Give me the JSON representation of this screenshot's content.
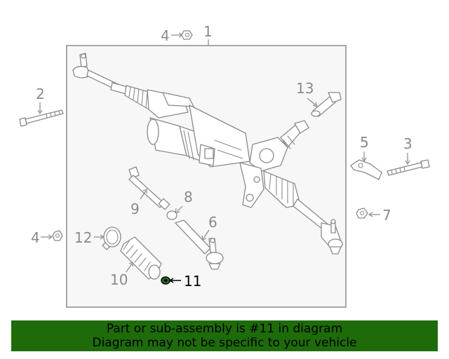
{
  "callouts": {
    "c1": "1",
    "c2": "2",
    "c3": "3",
    "c4a": "4",
    "c4b": "4",
    "c5": "5",
    "c6": "6",
    "c7": "7",
    "c8": "8",
    "c9": "9",
    "c10": "10",
    "c11": "11",
    "c12": "12",
    "c13": "13"
  },
  "highlight_part": "11",
  "banner": {
    "line1": "Part or sub-assembly is #11 in diagram",
    "line2": "Diagram may not be specific to your vehicle"
  },
  "colors": {
    "banner_bg": "#1e6b0a",
    "line_art": "#8a8a8a",
    "highlight": "#000000",
    "frame_bg": "#f7f7f7"
  }
}
